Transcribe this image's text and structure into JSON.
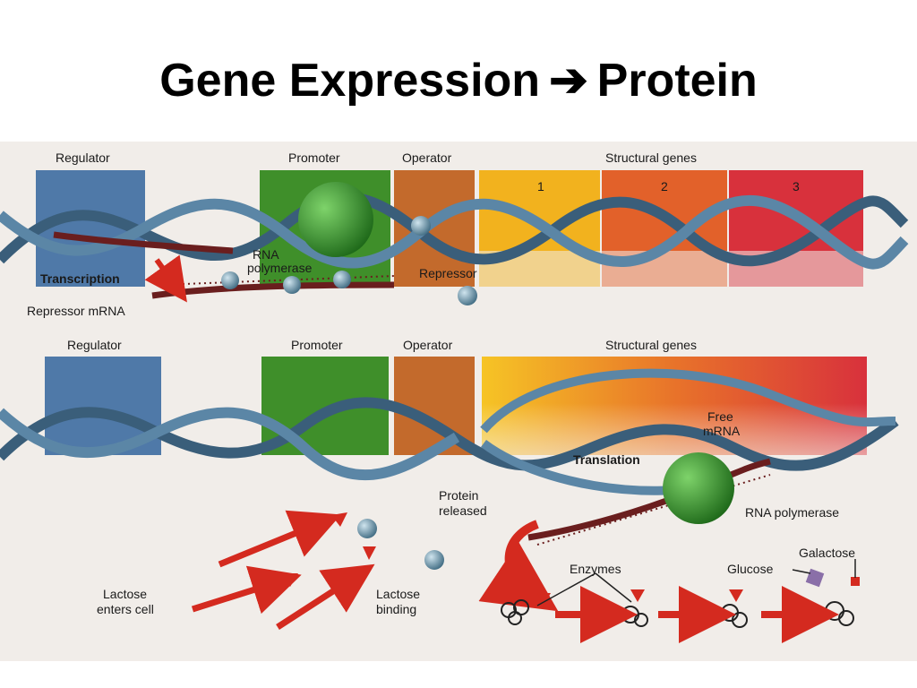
{
  "slide": {
    "title_left": "Gene Expression",
    "title_arrow": "➔",
    "title_right": "Protein"
  },
  "diagram": {
    "top": {
      "regulator": "Regulator",
      "promoter": "Promoter",
      "operator": "Operator",
      "structural_genes": "Structural genes",
      "gene_numbers": [
        "1",
        "2",
        "3"
      ],
      "rna_polymerase": [
        "RNA",
        "polymerase"
      ],
      "transcription": "Transcription",
      "repressor": "Repressor",
      "repressor_mrna": "Repressor mRNA"
    },
    "bottom": {
      "regulator": "Regulator",
      "promoter": "Promoter",
      "operator": "Operator",
      "structural_genes": "Structural genes",
      "free_mrna": [
        "Free",
        "mRNA"
      ],
      "translation": "Translation",
      "rna_polymerase": "RNA polymerase",
      "protein_released": [
        "Protein",
        "released"
      ],
      "enzymes": "Enzymes",
      "galactose": "Galactose",
      "glucose": "Glucose",
      "lactose_enters": [
        "Lactose",
        "enters cell"
      ],
      "lactose_binding": [
        "Lactose",
        "binding"
      ]
    },
    "colors": {
      "regulator": "#4f79a8",
      "promoter": "#3f8f2a",
      "operator": "#c36a2c",
      "gene1": "#f2b21e",
      "gene2": "#e2612a",
      "gene3": "#d8313c",
      "dna": "#3a5e7a",
      "mrna": "#6a1e1e",
      "polymerase": "#2f8a2a",
      "arrow": "#d42a1f"
    }
  }
}
